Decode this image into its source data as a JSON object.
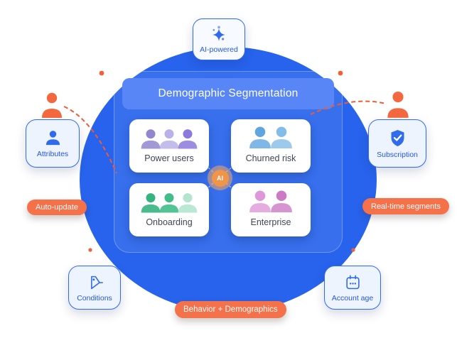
{
  "panel": {
    "title": "Demographic Segmentation"
  },
  "ai_badge": {
    "label": "AI-powered"
  },
  "hub": {
    "label": "AI"
  },
  "segments": [
    {
      "label": "Power users",
      "colors": [
        "#9187cf",
        "#b9b1e9",
        "#8b79dc"
      ]
    },
    {
      "label": "Churned risk",
      "colors": [
        "#5fa5e0",
        "#82bde9"
      ]
    },
    {
      "label": "Onboarding",
      "colors": [
        "#36b480",
        "#41bd8a",
        "#b2e5cf"
      ]
    },
    {
      "label": "Enterprise",
      "colors": [
        "#de97d9",
        "#cb7ac6"
      ]
    }
  ],
  "side_cards": [
    {
      "label": "Attributes"
    },
    {
      "label": "Subscription"
    },
    {
      "label": "Conditions"
    },
    {
      "label": "Account age"
    }
  ],
  "tags": [
    {
      "label": "Auto-update"
    },
    {
      "label": "Real-time segments"
    },
    {
      "label": "Behavior + Demographics"
    }
  ],
  "colors": {
    "circle_blue": "#2763ec",
    "header_blue": "#5886f7",
    "outline_blue": "#2f6bed",
    "accent_orange": "#f4714a",
    "hub_orange": "#ef9549"
  }
}
